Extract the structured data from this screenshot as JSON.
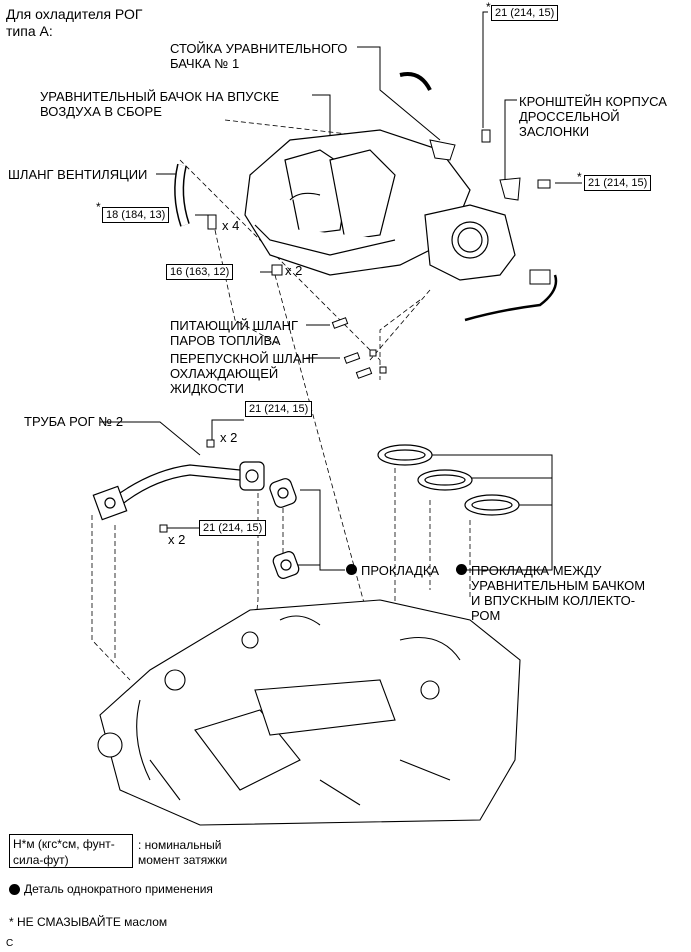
{
  "header": {
    "line1": "Для охладителя РОГ",
    "line2": "типа А:"
  },
  "labels": {
    "stay": {
      "line1": "СТОЙКА УРАВНИТЕЛЬНОГО",
      "line2": "БАЧКА № 1"
    },
    "surge_tank": {
      "line1": "УРАВНИТЕЛЬНЫЙ БАЧОК НА ВПУСКЕ",
      "line2": "ВОЗДУХА В СБОРЕ"
    },
    "bracket": {
      "line1": "КРОНШТЕЙН КОРПУСА",
      "line2": "ДРОССЕЛЬНОЙ",
      "line3": "ЗАСЛОНКИ"
    },
    "vent_hose": "ШЛАНГ ВЕНТИЛЯЦИИ",
    "fuel_vapor_hose": {
      "line1": "ПИТАЮЩИЙ ШЛАНГ",
      "line2": "ПАРОВ ТОПЛИВА"
    },
    "bypass_hose": {
      "line1": "ПЕРЕПУСКНОЙ ШЛАНГ",
      "line2": "ОХЛАЖДАЮЩЕЙ",
      "line3": "ЖИДКОСТИ"
    },
    "egr_pipe": "ТРУБА РОГ № 2",
    "gasket": "ПРОКЛАДКА",
    "manifold_gasket": {
      "line1": "ПРОКЛАДКА МЕЖДУ",
      "line2": "УРАВНИТЕЛЬНЫМ БАЧКОМ",
      "line3": "И ВПУСКНЫМ КОЛЛЕКТО-",
      "line4": "РОМ"
    }
  },
  "torques": {
    "t_top": "21 (214, 15)",
    "t_bracket": "21 (214, 15)",
    "t_18": "18 (184, 13)",
    "t_16": "16 (163, 12)",
    "t_pipe_top": "21 (214, 15)",
    "t_pipe_bottom": "21 (214, 15)"
  },
  "marks": {
    "star": "*",
    "x4": "x 4",
    "x2": "x 2"
  },
  "legend": {
    "box_line1": "Н*м (кгс*см, фунт-",
    "box_line2": "сила-фут)",
    "box_desc1": ": номинальный",
    "box_desc2": "момент затяжки",
    "single_use": "Деталь однократного применения",
    "no_oil": "* НЕ СМАЗЫВАЙТЕ маслом"
  },
  "footer_code": "C"
}
